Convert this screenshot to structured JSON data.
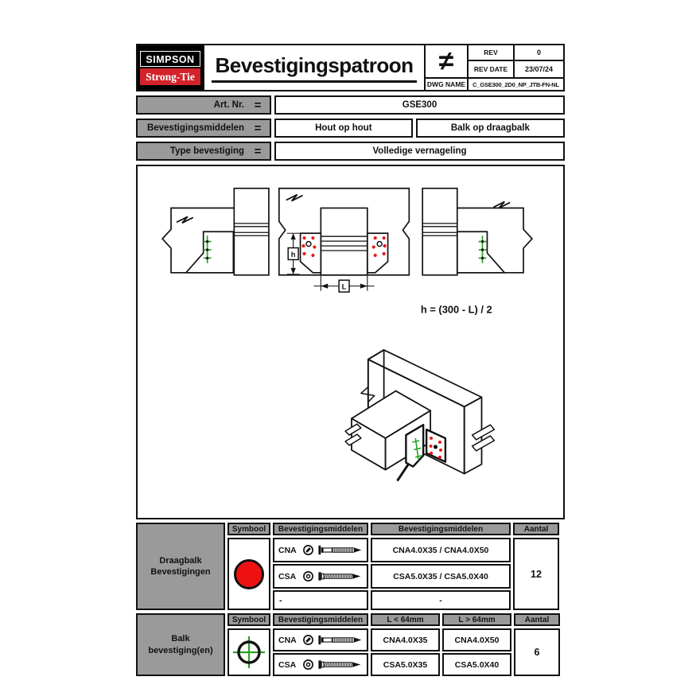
{
  "header": {
    "logo_line1": "SIMPSON",
    "logo_line2": "Strong-Tie",
    "title": "Bevestigingspatroon",
    "not_equal_symbol": "≠",
    "rev_label": "REV",
    "rev_value": "0",
    "rev_date_label": "REV DATE",
    "rev_date_value": "23/07/24",
    "dwg_name_label": "DWG NAME",
    "dwg_name_value": "C_GSE300_2D0_NP_JTB-FN-NL"
  },
  "info": {
    "eq_symbol": "=",
    "rows": [
      {
        "label": "Art. Nr.",
        "value": "GSE300"
      },
      {
        "label": "Bevestigingsmiddelen",
        "value1": "Hout op hout",
        "value2": "Balk op draagbalk"
      },
      {
        "label": "Type bevestiging",
        "value": "Volledige vernageling"
      }
    ]
  },
  "drawing": {
    "formula": "h = (300 - L) / 2",
    "dim_h": "h",
    "dim_l": "L"
  },
  "tables": [
    {
      "row_label": "Draagbalk Bevestigingen",
      "col_symbool": "Symbool",
      "col_middelen": "Bevestigingsmiddelen",
      "col_values": "Bevestigingsmiddelen",
      "col_aantal": "Aantal",
      "symbol": "red-circle",
      "rows": [
        {
          "name": "CNA",
          "value": "CNA4.0X35 / CNA4.0X50"
        },
        {
          "name": "CSA",
          "value": "CSA5.0X35 / CSA5.0X40"
        },
        {
          "name": "-",
          "value": "-"
        }
      ],
      "aantal": "12"
    },
    {
      "row_label": "Balk bevestiging(en)",
      "col_symbool": "Symbool",
      "col_middelen": "Bevestigingsmiddelen",
      "col_l_small": "L < 64mm",
      "col_l_big": "L > 64mm",
      "col_aantal": "Aantal",
      "symbol": "green-crosshair",
      "rows": [
        {
          "name": "CNA",
          "value_small": "CNA4.0X35",
          "value_big": "CNA4.0X50"
        },
        {
          "name": "CSA",
          "value_small": "CSA5.0X35",
          "value_big": "CSA5.0X40"
        }
      ],
      "aantal": "6"
    }
  ],
  "colors": {
    "logo_red": "#d2232a",
    "fastener_red": "#ee1111",
    "fastener_green": "#28a228",
    "table_grey": "#9a9a9a",
    "line_black": "#111111"
  }
}
